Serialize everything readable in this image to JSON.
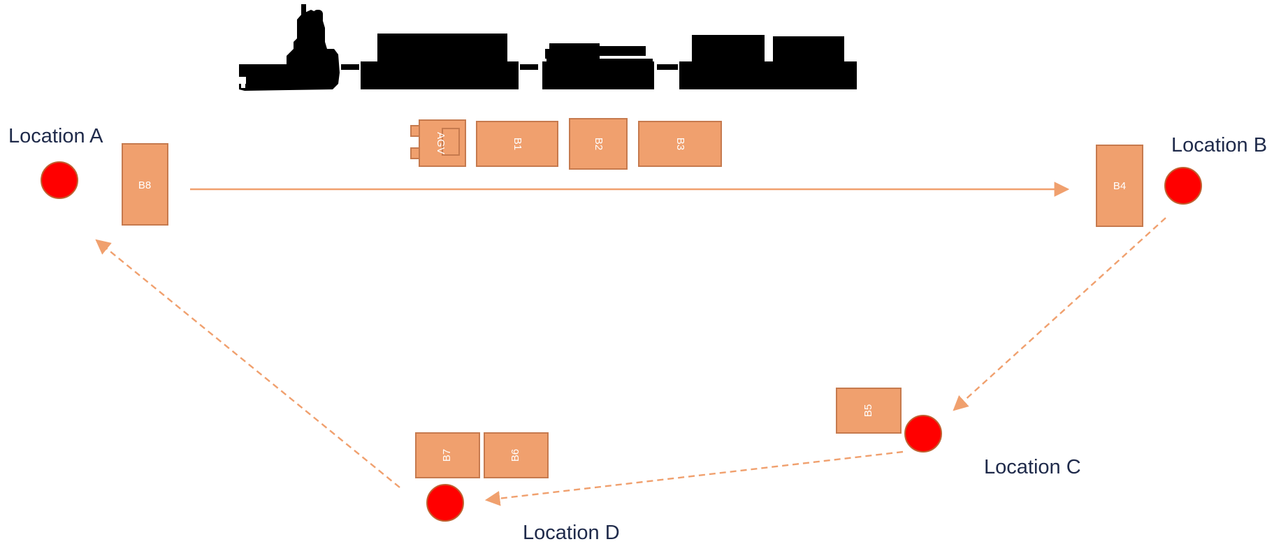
{
  "colors": {
    "block_fill": "#f0a06e",
    "block_stroke": "#c67a4e",
    "arrow": "#f0a06e",
    "location_fill": "#ff0000",
    "location_stroke": "#c06030",
    "label": "#1f2a4a",
    "train": "#000000"
  },
  "locations": {
    "a": {
      "label": "Location A"
    },
    "b": {
      "label": "Location B"
    },
    "c": {
      "label": "Location C"
    },
    "d": {
      "label": "Location D"
    }
  },
  "blocks": {
    "b1": "B1",
    "b2": "B2",
    "b3": "B3",
    "b4": "B4",
    "b5": "B5",
    "b6": "B6",
    "b7": "B7",
    "b8": "B8",
    "agv": "AGV"
  },
  "icons": {
    "train": "train-silhouette-icon",
    "location": "location-marker-icon",
    "arrow": "arrow-icon"
  }
}
